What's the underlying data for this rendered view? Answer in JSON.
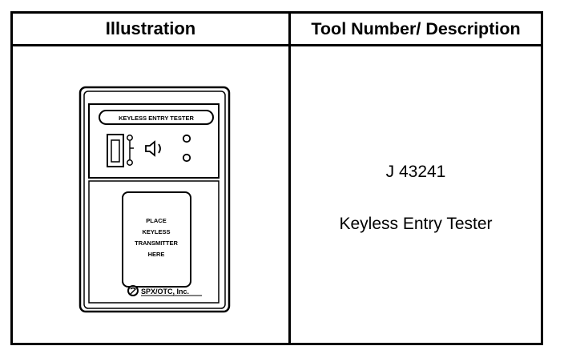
{
  "header": {
    "illustration_label": "Illustration",
    "tool_label": "Tool Number/ Description"
  },
  "device": {
    "banner_text": "KEYLESS ENTRY TESTER",
    "pad_lines": [
      "PLACE",
      "KEYLESS",
      "TRANSMITTER",
      "HERE"
    ],
    "brand_text": "SPX/OTC, Inc."
  },
  "tool": {
    "number": "J 43241",
    "description": "Keyless Entry Tester"
  }
}
